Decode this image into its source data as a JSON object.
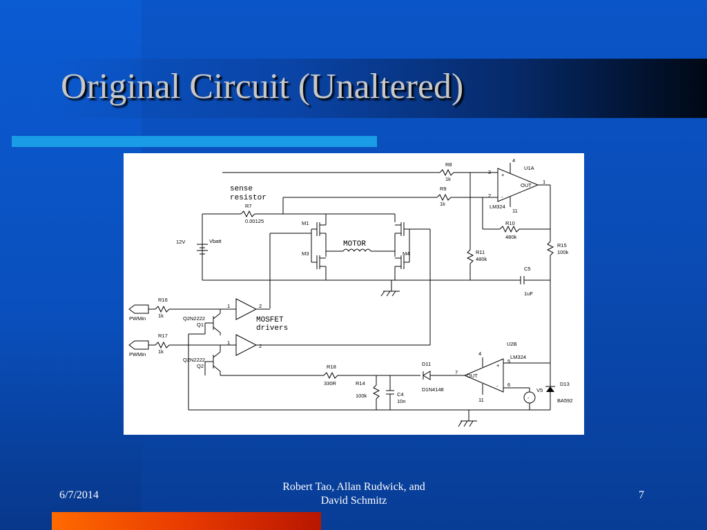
{
  "slide": {
    "title": "Original Circuit (Unaltered)",
    "footer": {
      "date": "6/7/2014",
      "author_line_1": "Robert Tao, Allan Rudwick, and",
      "author_line_2": "David Schmitz",
      "page_number": "7"
    },
    "colors": {
      "background": "#0a4fbc",
      "title_text": "#c8c8c8",
      "accent_line": "#1a9de6",
      "bottom_bar": "#e83a00"
    }
  },
  "schematic": {
    "annotations": {
      "sense": "sense",
      "resistor": "resistor",
      "motor": "MOTOR",
      "mosfet": "MOSFET",
      "drivers": "drivers"
    },
    "components": {
      "r8": {
        "ref": "R8",
        "value": "1k"
      },
      "r9": {
        "ref": "R9",
        "value": "1k"
      },
      "r7": {
        "ref": "R7",
        "value": "0.00125"
      },
      "r10": {
        "ref": "R10",
        "value": "480k"
      },
      "r11": {
        "ref": "R11",
        "value": "480k"
      },
      "r15": {
        "ref": "R15",
        "value": "100k"
      },
      "r16": {
        "ref": "R16",
        "value": "1k"
      },
      "r17": {
        "ref": "R17",
        "value": "1k"
      },
      "r18": {
        "ref": "R18",
        "value": "330R"
      },
      "r14": {
        "ref": "R14",
        "value": "100k"
      },
      "c4": {
        "ref": "C4",
        "value": "10n"
      },
      "c5": {
        "ref": "C5",
        "value": "1uF"
      },
      "u1a": {
        "ref": "U1A",
        "part": "LM324",
        "out": "OUT",
        "pin_plus": "3",
        "pin_minus": "2",
        "pin_out": "1",
        "pin_v4": "4",
        "pin_v11": "11"
      },
      "u2b": {
        "ref": "U2B",
        "part": "LM324",
        "out": "OUT",
        "pin_plus": "5",
        "pin_minus": "6",
        "pin_out": "7",
        "pin_v4": "4",
        "pin_v11": "11"
      },
      "vbatt": {
        "ref": "Vbatt",
        "value": "12V"
      },
      "m1": {
        "ref": "M1"
      },
      "m3": {
        "ref": "M3"
      },
      "m4": {
        "ref": "M4"
      },
      "q1": {
        "ref": "Q1",
        "part": "Q2N2222"
      },
      "q2": {
        "ref": "Q2",
        "part": "Q2N2222"
      },
      "d11": {
        "ref": "D11",
        "part": "D1N4148"
      },
      "d13": {
        "ref": "D13",
        "part": "BA592"
      },
      "v5": {
        "ref": "V5"
      },
      "buf1": {
        "pin_in": "1",
        "pin_out": "2"
      },
      "buf2": {
        "pin_in": "1",
        "pin_out": "2"
      },
      "pwm_in_1": {
        "label": "PWMin"
      },
      "pwm_in_2": {
        "label": "PWMin"
      }
    }
  }
}
